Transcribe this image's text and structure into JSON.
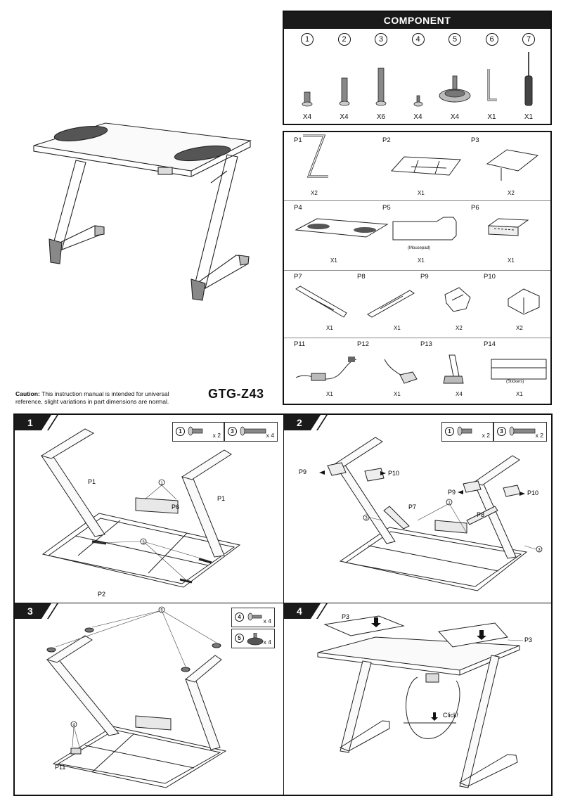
{
  "components": {
    "title": "COMPONENT",
    "items": [
      {
        "num": "1",
        "qty": "X4"
      },
      {
        "num": "2",
        "qty": "X4"
      },
      {
        "num": "3",
        "qty": "X6"
      },
      {
        "num": "4",
        "qty": "X4"
      },
      {
        "num": "5",
        "qty": "X4"
      },
      {
        "num": "6",
        "qty": "X1"
      },
      {
        "num": "7",
        "qty": "X1"
      }
    ]
  },
  "parts": [
    {
      "id": "P1",
      "qty": "X2",
      "note": ""
    },
    {
      "id": "P2",
      "qty": "X1",
      "note": ""
    },
    {
      "id": "P3",
      "qty": "X2",
      "note": ""
    },
    {
      "id": "P4",
      "qty": "X1",
      "note": ""
    },
    {
      "id": "P5",
      "qty": "X1",
      "note": "(Mousepad)"
    },
    {
      "id": "P6",
      "qty": "X1",
      "note": ""
    },
    {
      "id": "P7",
      "qty": "X1",
      "note": ""
    },
    {
      "id": "P8",
      "qty": "X1",
      "note": ""
    },
    {
      "id": "P9",
      "qty": "X2",
      "note": ""
    },
    {
      "id": "P10",
      "qty": "X2",
      "note": ""
    },
    {
      "id": "P11",
      "qty": "X1",
      "note": ""
    },
    {
      "id": "P12",
      "qty": "X1",
      "note": ""
    },
    {
      "id": "P13",
      "qty": "X4",
      "note": ""
    },
    {
      "id": "P14",
      "qty": "X1",
      "note": "(Stickers)"
    }
  ],
  "caption": {
    "bold": "Caution:",
    "text": " This instruction manual is intended for universal reference, slight variations in part dimensions are normal."
  },
  "model": "GTG-Z43",
  "steps": [
    {
      "num": "1",
      "kit": [
        {
          "n": "1",
          "q": "x 2"
        },
        {
          "n": "3",
          "q": "x 4"
        }
      ],
      "labels": {
        "p1a": "P1",
        "p1b": "P1",
        "p2": "P2",
        "p6": "P6",
        "c1": "1",
        "c3": "3"
      }
    },
    {
      "num": "2",
      "kit": [
        {
          "n": "1",
          "q": "x 2"
        },
        {
          "n": "3",
          "q": "x 2"
        }
      ],
      "labels": {
        "p9a": "P9",
        "p10a": "P10",
        "p9b": "P9",
        "p10b": "P10",
        "p7": "P7",
        "p8": "P8",
        "c1": "1",
        "c3a": "3",
        "c3b": "3"
      }
    },
    {
      "num": "3",
      "kit": [
        {
          "n": "4",
          "q": "x 4"
        },
        {
          "n": "5",
          "q": "x 4"
        }
      ],
      "labels": {
        "c5": "5",
        "c4": "4",
        "p11": "P11"
      }
    },
    {
      "num": "4",
      "kit": [],
      "labels": {
        "p3a": "P3",
        "p3b": "P3",
        "click": "Click!"
      }
    }
  ]
}
